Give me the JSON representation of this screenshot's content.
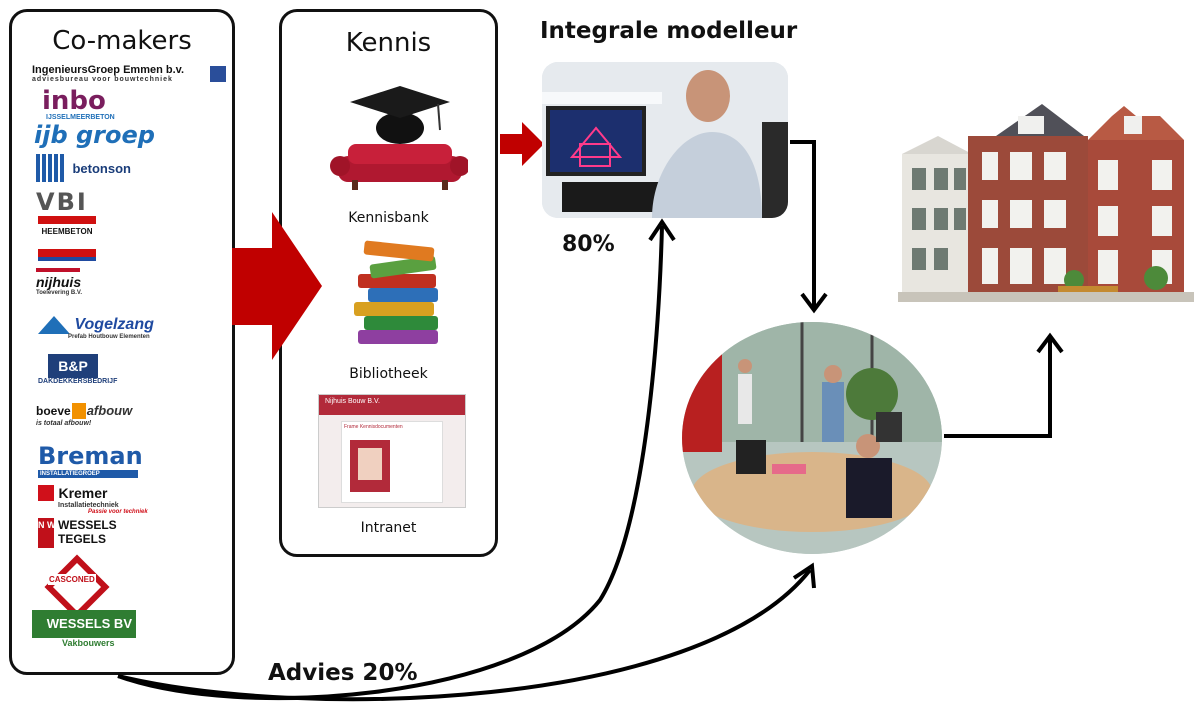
{
  "comakers": {
    "title": "Co-makers",
    "logos": {
      "ingenieursgroep": "IngenieursGroep Emmen b.v.",
      "ingenieursgroep_sub": "adviesbureau voor bouwtechniek",
      "inbo": "inbo",
      "ijb_top": "IJSSELMEERBETON",
      "ijb": "ijb groep",
      "betonson": "betonson",
      "vbi": "VBI",
      "heembeton": "HEEMBETON",
      "nijhuis": "nijhuis",
      "nijhuis_sub": "Toelevering B.V.",
      "vogelzang": "Vogelzang",
      "vogelzang_sub": "Prefab Houtbouw Elementen",
      "bp": "B&P",
      "bp_sub": "DAKDEKKERSBEDRIJF",
      "boeve": "boeve",
      "boeve_afbouw": "afbouw",
      "boeve_sub": "is totaal afbouw!",
      "breman": "Breman",
      "breman_sub": "INSTALLATIEGROEP",
      "kremer": "Kremer",
      "kremer_sub": "Installatietechniek",
      "kremer_sub2": "Passie voor techniek",
      "wessels_tegels_1": "WESSELS",
      "wessels_tegels_2": "TEGELS",
      "nw": "N W",
      "casconed": "CASCONED",
      "wessels_bv": "WESSELS BV",
      "wessels_bv_sub": "Vakbouwers"
    }
  },
  "kennis": {
    "title": "Kennis",
    "items": [
      "Kennisbank",
      "Bibliotheek",
      "Intranet"
    ],
    "intranet_screen": {
      "brand": "Nijhuis Bouw B.V.",
      "heading": "Frame Kennisdocumenten"
    }
  },
  "modelleur": {
    "title": "Integrale modelleur",
    "percent": "80%"
  },
  "advies": {
    "label": "Advies 20%"
  },
  "colors": {
    "arrow_red": "#c00000",
    "line": "#000000",
    "brick": "#9c4a3a"
  }
}
